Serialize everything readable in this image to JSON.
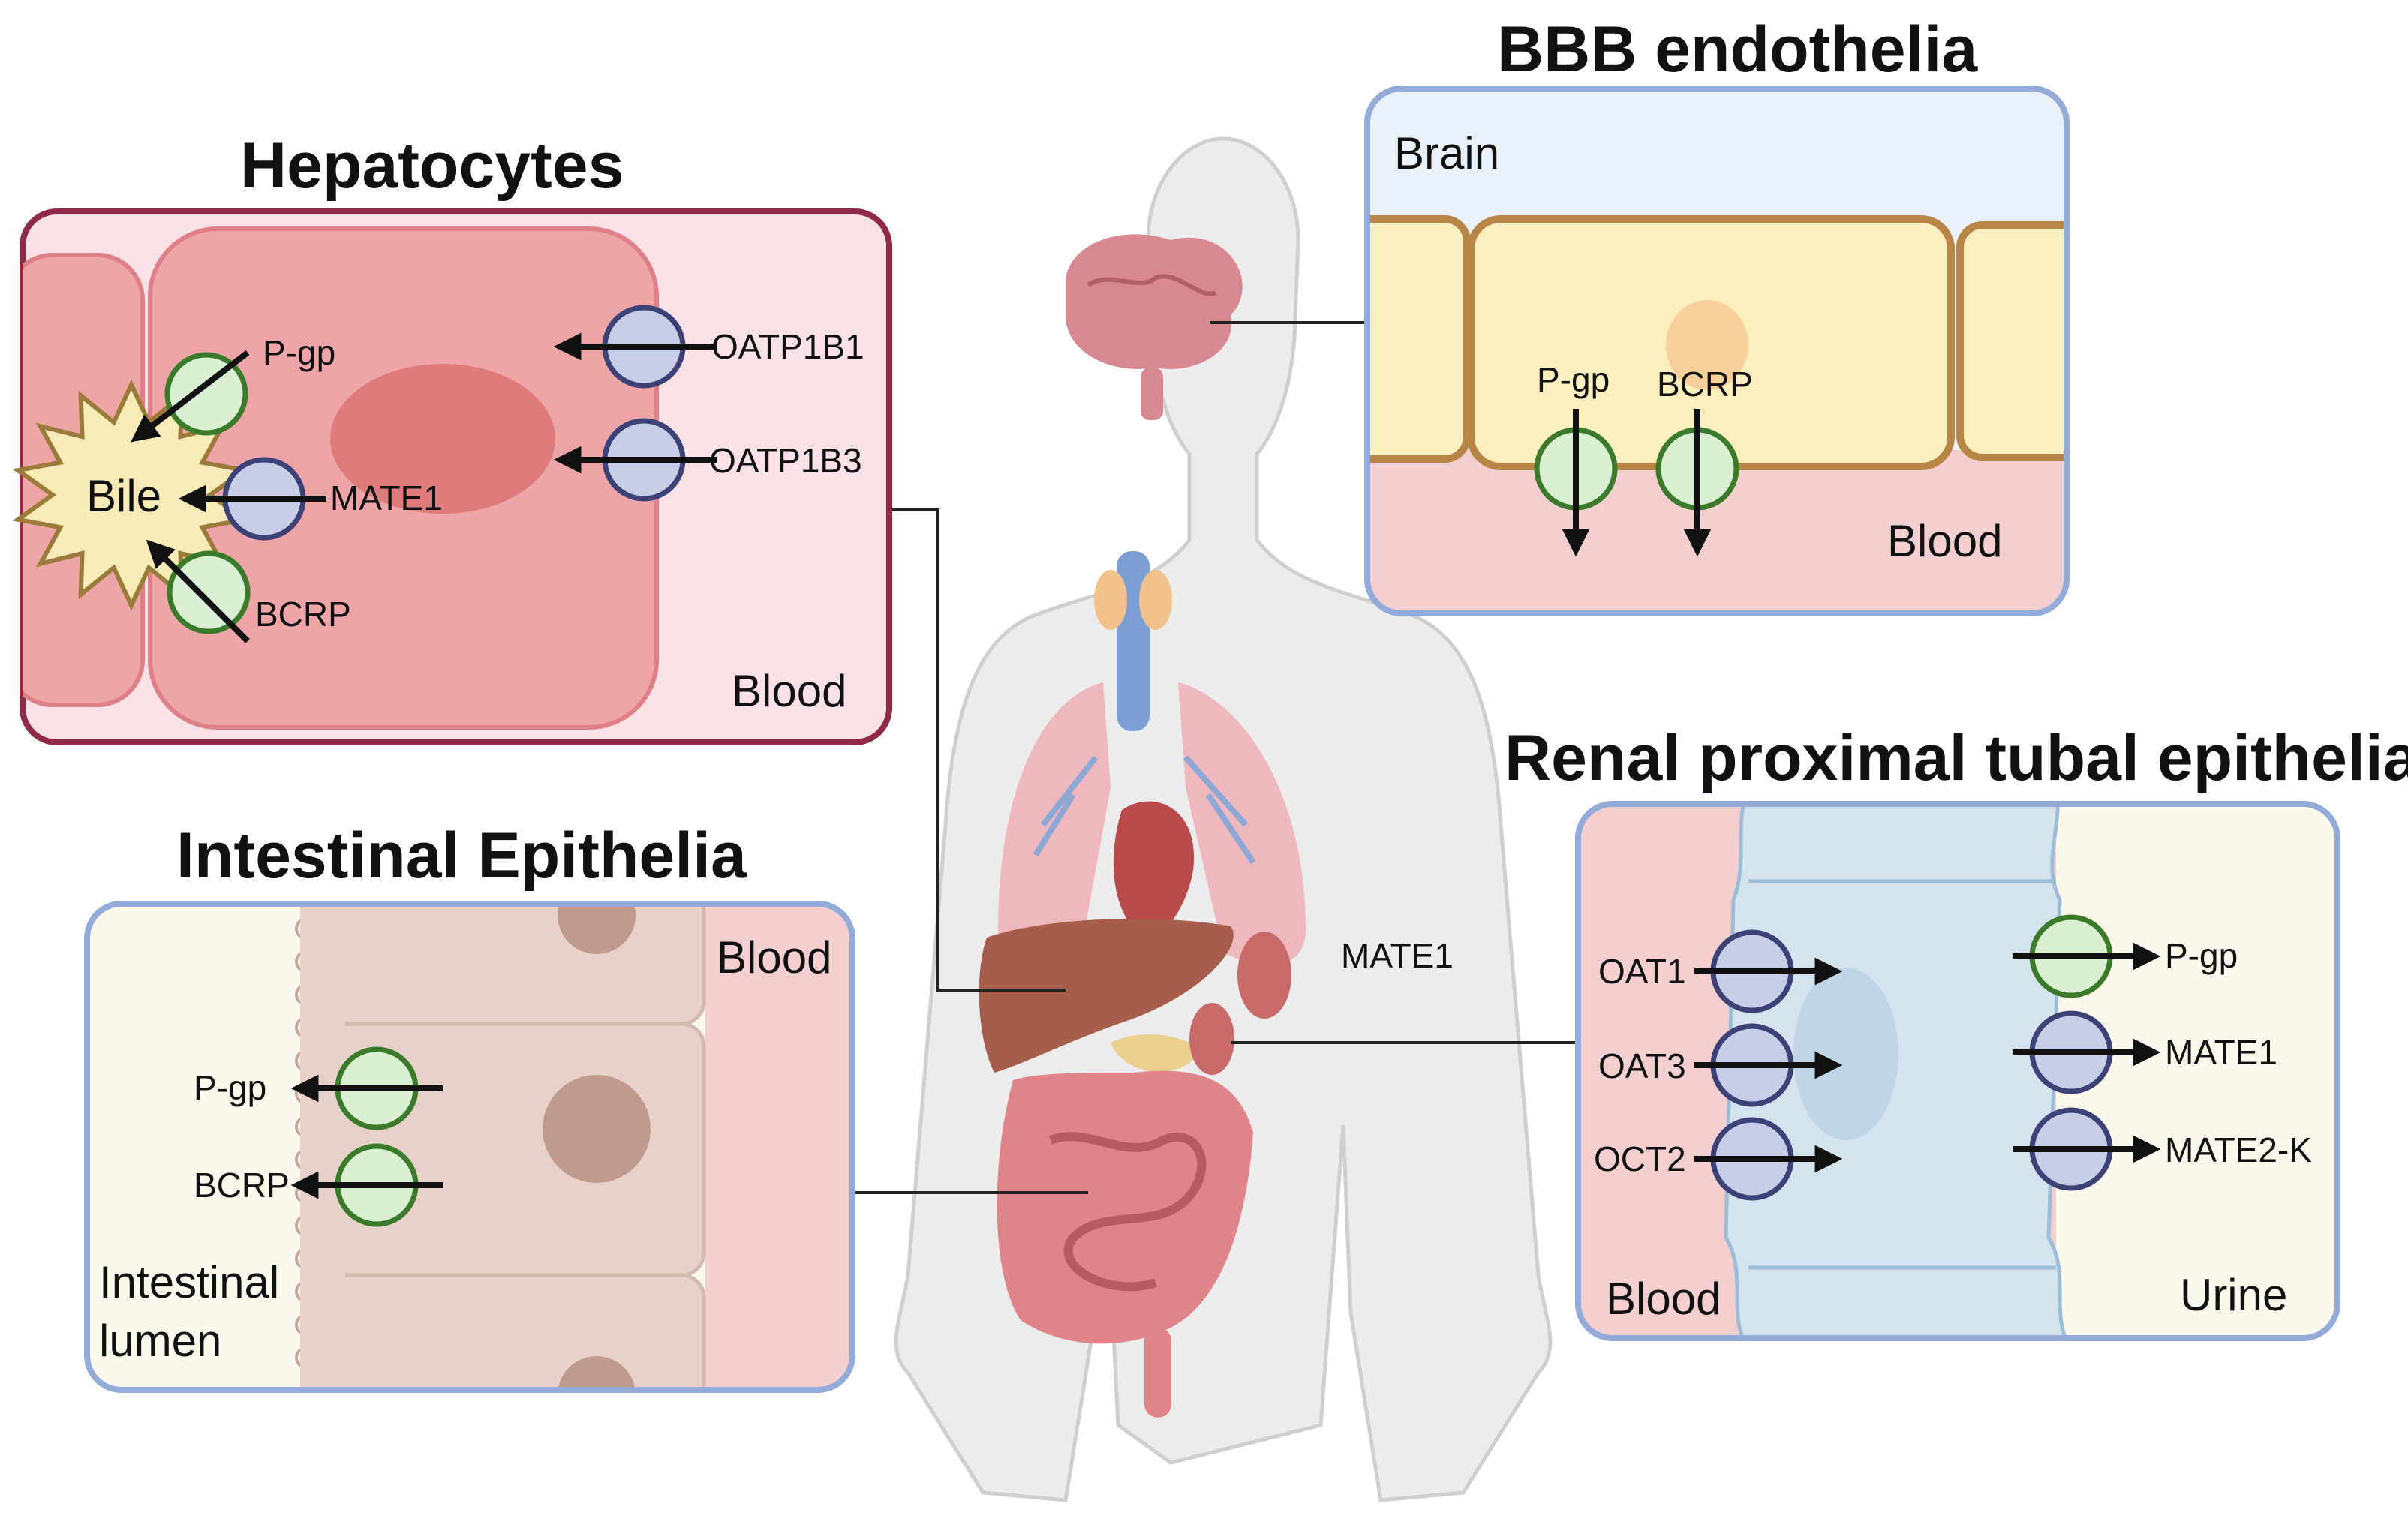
{
  "colors": {
    "hep_border": "#8e2a45",
    "hep_bg": "#f9e1e6",
    "hep_cell": "#eda5a7",
    "hep_nucleus": "#df7b7d",
    "bile_fill": "#f7ebb8",
    "bile_stroke": "#9b7b3a",
    "panel_border": "#93abd9",
    "brain_bg": "#e9f1fb",
    "bbb_cell": "#fcefbf",
    "bbb_cell_stroke": "#b78545",
    "blood_bg": "#f3cfcf",
    "int_lumen_bg": "#fdf8ec",
    "int_cell": "#e6d2c9",
    "int_nucleus": "#c09a8f",
    "renal_tube": "#d3e4ef",
    "renal_nucleus": "#bfd6e6",
    "urine_bg": "#fdf8ec",
    "pgp_fill": "#d9f0d3",
    "pgp_stroke": "#3a7a2a",
    "slc_fill": "#c8cde8",
    "slc_stroke": "#3c4176",
    "body_fill": "#ececec",
    "body_stroke": "#cfcfcf",
    "arrow": "#111111",
    "leader": "#222222"
  },
  "icons": [
    "human-body-silhouette",
    "brain-icon",
    "liver-icon",
    "intestine-icon",
    "kidney-icon",
    "lung-icon",
    "heart-icon",
    "thyroid-icon"
  ],
  "hepatocytes": {
    "title": "Hepatocytes",
    "bile": "Bile",
    "blood": "Blood",
    "pgp": "P-gp",
    "mate1": "MATE1",
    "bcrp": "BCRP",
    "oatp1b1": "OATP1B1",
    "oatp1b3": "OATP1B3"
  },
  "bbb": {
    "title": "BBB endothelia",
    "brain": "Brain",
    "blood": "Blood",
    "pgp": "P-gp",
    "bcrp": "BCRP"
  },
  "intestinal": {
    "title": "Intestinal Epithelia",
    "blood": "Blood",
    "pgp": "P-gp",
    "bcrp": "BCRP",
    "lumen_line1": "Intestinal",
    "lumen_line2": "lumen"
  },
  "renal": {
    "title": "Renal proximal tubal epithelia",
    "blood": "Blood",
    "urine": "Urine",
    "oat1": "OAT1",
    "oat3": "OAT3",
    "oct2": "OCT2",
    "pgp": "P-gp",
    "mate1": "MATE1",
    "mate2k": "MATE2-K"
  },
  "body_label": "MATE1"
}
